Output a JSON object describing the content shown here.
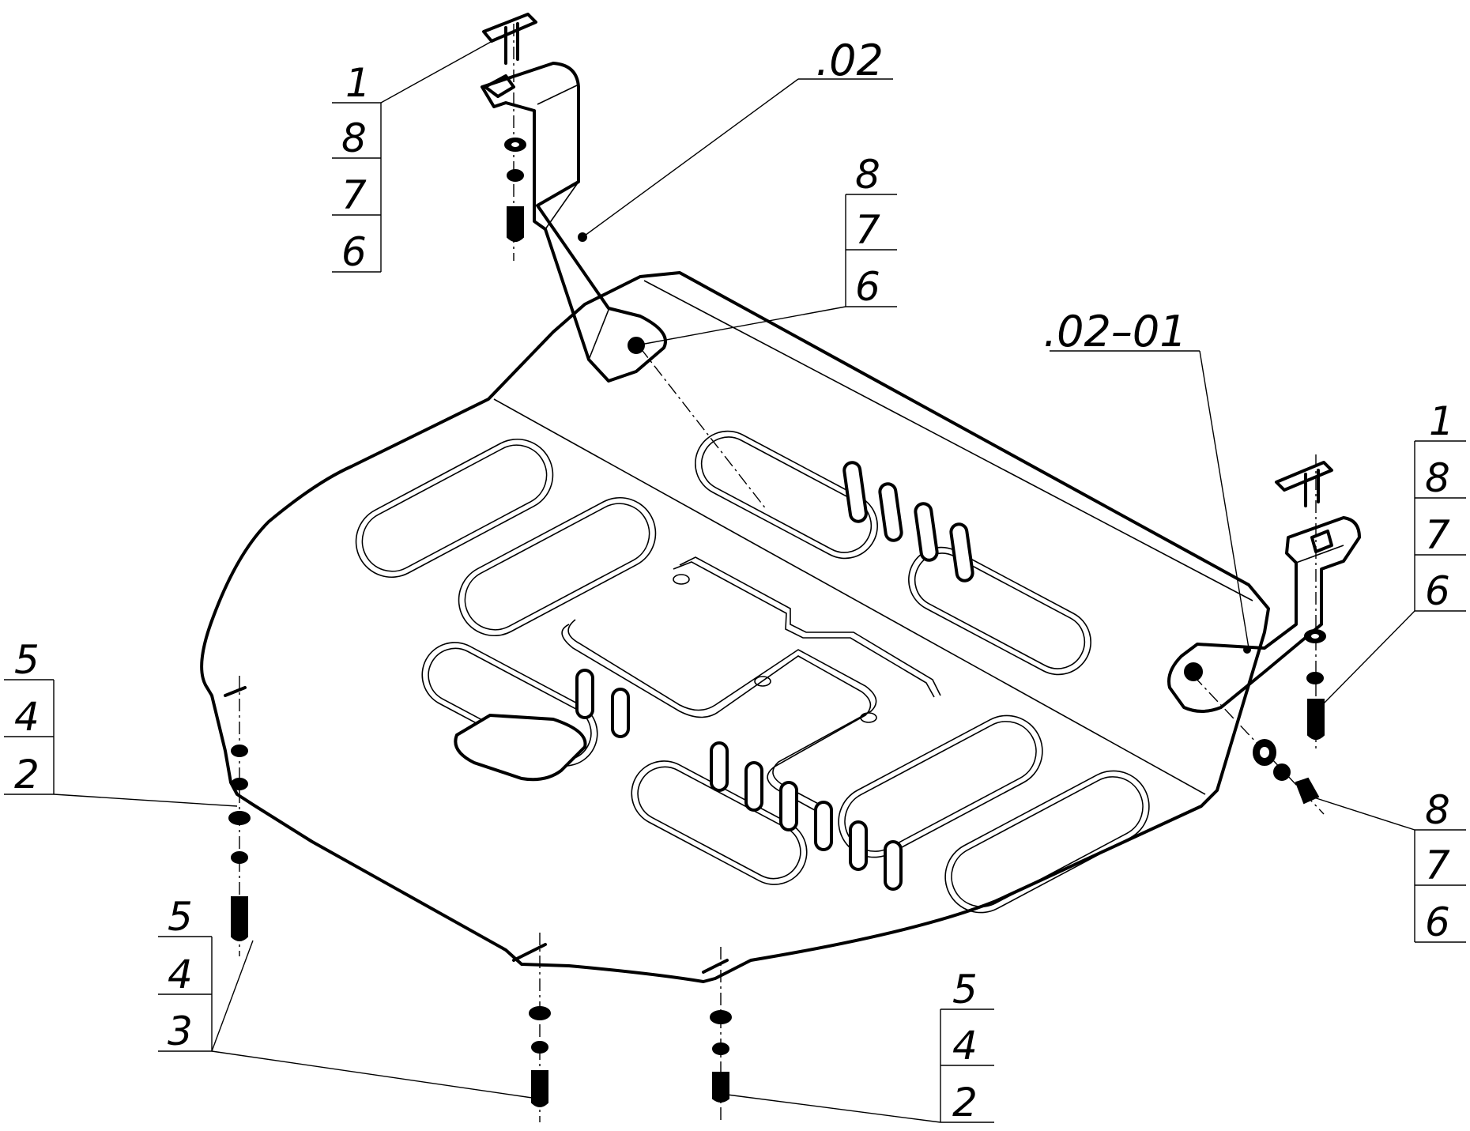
{
  "refs": {
    "part_02": ".02",
    "part_02_01": ".02–01"
  },
  "stacks": {
    "top_left": [
      "1",
      "8",
      "7",
      "6"
    ],
    "top_center": [
      "8",
      "7",
      "6"
    ],
    "right_upper": [
      "1",
      "8",
      "7",
      "6"
    ],
    "right_lower": [
      "8",
      "7",
      "6"
    ],
    "left_mid": [
      "5",
      "4",
      "2"
    ],
    "left_low": [
      "5",
      "4",
      "3"
    ],
    "bottom_center": [
      "5",
      "4",
      "2"
    ]
  }
}
